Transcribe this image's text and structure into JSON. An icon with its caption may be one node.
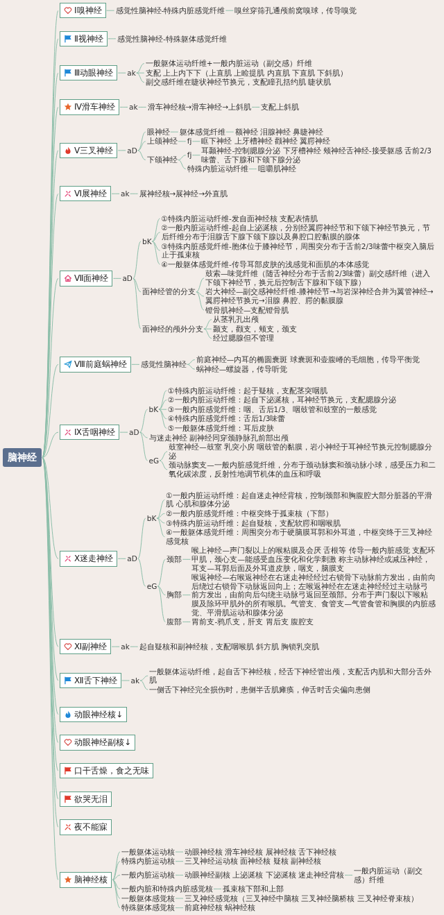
{
  "diagram": {
    "nodes": [
      {
        "text": [
          "脑神经"
        ]
      },
      {
        "text": [
          "Ⅰ嗅神经"
        ]
      },
      {
        "text": [
          "感觉性脑神经-特殊内脏感觉纤维"
        ]
      },
      {
        "text": [
          "嗅丝穿筛孔通颅前窝嗅球，传导嗅觉"
        ]
      },
      {
        "text": [
          "Ⅱ视神经"
        ]
      },
      {
        "text": [
          "感觉性脑神经-特殊躯体感觉纤维"
        ]
      },
      {
        "text": [
          "Ⅲ动眼神经"
        ]
      },
      {
        "text": [
          "ak"
        ]
      },
      {
        "text": [
          "一般躯体运动纤维+一般内脏运动（副交感）纤维"
        ]
      },
      {
        "text": [
          "支配 上上内下下（上直肌 上睑提肌 内直肌 下直肌 下斜肌）"
        ]
      },
      {
        "text": [
          "副交感纤维在睫状神经节换元，支配瞳孔括约肌 睫状肌"
        ]
      },
      {
        "text": [
          "Ⅳ滑车神经"
        ]
      },
      {
        "text": [
          "ak"
        ]
      },
      {
        "text": [
          "滑车神经核→滑车神经→上斜肌"
        ]
      },
      {
        "text": [
          "支配上斜肌"
        ]
      },
      {
        "text": [
          "Ⅴ三叉神经"
        ]
      },
      {
        "text": [
          "aD"
        ]
      },
      {
        "text": [
          "眼神经"
        ]
      },
      {
        "text": [
          "躯体感觉纤维"
        ]
      },
      {
        "text": [
          "额神经 泪腺神经 鼻睫神经"
        ]
      },
      {
        "text": [
          "上颌神经"
        ]
      },
      {
        "text": [
          "fj"
        ]
      },
      {
        "text": [
          "眶下神经 上牙槽神经 颧神经 翼腭神经"
        ]
      },
      {
        "text": [
          "下颌神经"
        ]
      },
      {
        "text": [
          "fj"
        ]
      },
      {
        "text": [
          "耳颞神经-控制腮腺分泌 下牙槽神经 颊神经舌神经-接受躯感 舌前2/3味蕾、舌下腺和下颌下腺分泌"
        ]
      },
      {
        "text": [
          "特殊内脏运动纤维"
        ]
      },
      {
        "text": [
          "咀嚼肌神经"
        ]
      },
      {
        "text": [
          "Ⅵ展神经"
        ]
      },
      {
        "text": [
          "ak"
        ]
      },
      {
        "text": [
          "展神经核→展神经→外直肌"
        ]
      },
      {
        "text": [
          "Ⅶ面神经"
        ]
      },
      {
        "text": [
          "aD"
        ]
      },
      {
        "text": [
          "bK"
        ]
      },
      {
        "text": [
          "①特殊内脏运动纤维-发自面神经核 支配表情肌"
        ]
      },
      {
        "text": [
          "②一般内脏运动纤维-起自上泌涎核，分别经翼腭神经节和下颌下神经节换元，节后纤维分布于泪腺舌下腺下颌下腺以及鼻腔口腔黏膜的腺体"
        ]
      },
      {
        "text": [
          "③特殊内脏感觉纤维-胞体位于膝神经节，周围突分布于舌前2/3味蕾中枢突入脑后止于孤束核"
        ]
      },
      {
        "text": [
          "④一般躯体感觉纤维-传导耳部皮肤的浅感觉和面肌的本体感觉"
        ]
      },
      {
        "text": [
          "面神经管的分支"
        ]
      },
      {
        "text": [
          "鼓索—味觉纤维（随舌神经分布于舌前2/3味蕾）副交感纤维（进入下颌下神经节，换元后控制舌下腺和下颌下腺）"
        ]
      },
      {
        "text": [
          "岩大神经—副交感神经纤维-膝神经节→与岩深神经合并为翼管神经→翼腭神经节换元→泪腺 鼻腔、腭的黏膜腺"
        ]
      },
      {
        "text": [
          "镫骨肌神经—支配镫骨肌"
        ]
      },
      {
        "text": [
          "面神经的颅外分支"
        ]
      },
      {
        "text": [
          "从茎乳孔出颅"
        ]
      },
      {
        "text": [
          "颞支，颧支，颊支，颈支"
        ]
      },
      {
        "text": [
          "经过腮腺但不管理"
        ]
      },
      {
        "text": [
          "Ⅷ前庭蜗神经"
        ]
      },
      {
        "text": [
          "感觉性脑神经"
        ]
      },
      {
        "text": [
          "前庭神经—内耳的椭圆囊斑 球囊斑和壶腹嵴的毛细胞，传导平衡觉"
        ]
      },
      {
        "text": [
          "蜗神经—螺旋器，传导听觉"
        ]
      },
      {
        "text": [
          "Ⅸ舌咽神经"
        ]
      },
      {
        "text": [
          "aD"
        ]
      },
      {
        "text": [
          "bK"
        ]
      },
      {
        "text": [
          "①特殊内脏运动纤维：起于疑核，支配茎突咽肌"
        ]
      },
      {
        "text": [
          "②一般内脏运动纤维：起自下泌涎核，耳神经节换元，支配腮腺分泌"
        ]
      },
      {
        "text": [
          "③一般内脏感觉纤维：咽、舌后1/3、咽鼓管和鼓室的一般感觉"
        ]
      },
      {
        "text": [
          "④特殊内脏感觉纤维：舌后1/3味蕾"
        ]
      },
      {
        "text": [
          "⑤一般躯体感觉纤维：耳后皮肤"
        ]
      },
      {
        "text": [
          "与迷走神经 副神经同穿颈静脉孔前部出颅"
        ]
      },
      {
        "text": [
          "eG"
        ]
      },
      {
        "text": [
          "鼓室神经—鼓室 乳突小房 咽鼓管的黏膜，岩小神经于耳神经节换元控制腮腺分泌"
        ]
      },
      {
        "text": [
          "颈动脉窦支—一般内脏感觉纤维，分布于颈动脉窦和颈动脉小球，感受压力和二氧化碳浓度，反射性地调节机体的血压和呼吸"
        ]
      },
      {
        "text": [
          "Ⅹ迷走神经"
        ]
      },
      {
        "text": [
          "aD"
        ]
      },
      {
        "text": [
          "bK"
        ]
      },
      {
        "text": [
          "①一般内脏运动纤维：起自迷走神经背核，控制颈部和胸腹腔大部分脏器的平滑肌 心肌和腺体分泌"
        ]
      },
      {
        "text": [
          "②一般内脏感觉纤维：中枢突终于孤束核（下部）"
        ]
      },
      {
        "text": [
          "③特殊内脏运动纤维：起自疑核，支配软腭和咽喉肌"
        ]
      },
      {
        "text": [
          "④一般躯体感觉纤维：周围突分布于硬脑膜耳郭和外耳道，中枢突终于三叉神经感觉核"
        ]
      },
      {
        "text": [
          "eG"
        ]
      },
      {
        "text": [
          "颈部"
        ]
      },
      {
        "text": [
          "喉上神经—声门裂以上的喉粘膜及会厌 舌根等 传导一般内脏感觉 支配环甲肌，颈心支—能感受血压变化和化学刺激 称主动脉神经或减压神经，耳支—耳郭后面及外耳道皮肤，咽支，脑膜支"
        ]
      },
      {
        "text": [
          "胸部"
        ]
      },
      {
        "text": [
          "喉返神经—右喉返神经在右迷走神经经过右锁骨下动脉前方发出，由前向后绕过右锁骨下动脉返回向上；左喉返神经在左迷走神经经过主动脉弓前方发出，由前向后勾绕主动脉弓返回至颈部。分布于声门裂以下喉粘膜及除环甲肌外的所有喉肌。气管支、食管支—气管食管和胸膜的内脏感觉、平滑肌运动和腺体分泌"
        ]
      },
      {
        "text": [
          "腹部"
        ]
      },
      {
        "text": [
          "胃前支-鸦爪支，肝支 胃后支 腹腔支"
        ]
      },
      {
        "text": [
          "Ⅺ副神经"
        ]
      },
      {
        "text": [
          "ak"
        ]
      },
      {
        "text": [
          "起自疑核和副神经核，支配咽喉肌 斜方肌 胸锁乳突肌"
        ]
      },
      {
        "text": [
          "Ⅻ舌下神经"
        ]
      },
      {
        "text": [
          "ak"
        ]
      },
      {
        "text": [
          "一般躯体运动纤维，起自舌下神经核，经舌下神经管出颅，支配舌内肌和大部分舌外肌"
        ]
      },
      {
        "text": [
          "一侧舌下神经完全损伤时，患侧半舌肌瘫痪，伸舌时舌尖偏向患侧"
        ]
      },
      {
        "text": [
          "动眼神经核↓"
        ]
      },
      {
        "text": [
          "动眼神经副核↓"
        ]
      },
      {
        "text": [
          "口干舌燥，食之无味"
        ]
      },
      {
        "text": [
          "欲哭无泪"
        ]
      },
      {
        "text": [
          "夜不能寐"
        ]
      },
      {
        "text": [
          "脑神经核"
        ]
      },
      {
        "text": [
          "一般躯体运动核"
        ]
      },
      {
        "text": [
          "动眼神经核 滑车神经核 展神经核 舌下神经核"
        ]
      },
      {
        "text": [
          "特殊内脏运动核"
        ]
      },
      {
        "text": [
          "三叉神经运动核 面神经核 疑核 副神经核"
        ]
      },
      {
        "text": [
          "一般内脏运动核"
        ]
      },
      {
        "text": [
          "动眼神经副核 上泌涎核 下泌涎核 迷走神经背核"
        ]
      },
      {
        "text": [
          "一般内脏运动（副交感）纤维"
        ]
      },
      {
        "text": [
          "一般内脏和特殊内脏感觉核"
        ]
      },
      {
        "text": [
          "孤束核下部和上部"
        ]
      },
      {
        "text": [
          "一般躯体感觉核"
        ]
      },
      {
        "text": [
          "三叉神经感觉核（三叉神经中脑核 三叉神经脑桥核 三叉神经脊束核）"
        ]
      },
      {
        "text": [
          "特殊躯体感觉核"
        ]
      },
      {
        "text": [
          "前庭神经核 蜗神经核"
        ]
      }
    ],
    "edges": [
      {
        "from": 0,
        "to": 1,
        "arrow": "none"
      },
      {
        "from": 1,
        "to": 2,
        "arrow": "none"
      },
      {
        "from": 2,
        "to": 3,
        "arrow": "none"
      },
      {
        "from": 0,
        "to": 4,
        "arrow": "none"
      },
      {
        "from": 4,
        "to": 5,
        "arrow": "none"
      },
      {
        "from": 0,
        "to": 6,
        "arrow": "none"
      },
      {
        "from": 6,
        "to": 7,
        "arrow": "none"
      },
      {
        "from": 7,
        "to": 8,
        "arrow": "none"
      },
      {
        "from": 7,
        "to": 9,
        "arrow": "none"
      },
      {
        "from": 7,
        "to": 10,
        "arrow": "none"
      },
      {
        "from": 0,
        "to": 11,
        "arrow": "none"
      },
      {
        "from": 11,
        "to": 12,
        "arrow": "none"
      },
      {
        "from": 12,
        "to": 13,
        "arrow": "none"
      },
      {
        "from": 13,
        "to": 14,
        "arrow": "none"
      },
      {
        "from": 0,
        "to": 15,
        "arrow": "none"
      },
      {
        "from": 15,
        "to": 16,
        "arrow": "none"
      },
      {
        "from": 16,
        "to": 17,
        "arrow": "none"
      },
      {
        "from": 17,
        "to": 18,
        "arrow": "none"
      },
      {
        "from": 18,
        "to": 19,
        "arrow": "none"
      },
      {
        "from": 16,
        "to": 20,
        "arrow": "none"
      },
      {
        "from": 20,
        "to": 21,
        "arrow": "none"
      },
      {
        "from": 21,
        "to": 22,
        "arrow": "none"
      },
      {
        "from": 16,
        "to": 23,
        "arrow": "none"
      },
      {
        "from": 23,
        "to": 24,
        "arrow": "none"
      },
      {
        "from": 24,
        "to": 25,
        "arrow": "none"
      },
      {
        "from": 23,
        "to": 26,
        "arrow": "none"
      },
      {
        "from": 26,
        "to": 27,
        "arrow": "none"
      },
      {
        "from": 0,
        "to": 28,
        "arrow": "none"
      },
      {
        "from": 28,
        "to": 29,
        "arrow": "none"
      },
      {
        "from": 29,
        "to": 30,
        "arrow": "none"
      },
      {
        "from": 0,
        "to": 31,
        "arrow": "none"
      },
      {
        "from": 31,
        "to": 32,
        "arrow": "none"
      },
      {
        "from": 32,
        "to": 33,
        "arrow": "none"
      },
      {
        "from": 33,
        "to": 34,
        "arrow": "none"
      },
      {
        "from": 33,
        "to": 35,
        "arrow": "none"
      },
      {
        "from": 33,
        "to": 36,
        "arrow": "none"
      },
      {
        "from": 33,
        "to": 37,
        "arrow": "none"
      },
      {
        "from": 32,
        "to": 38,
        "arrow": "none"
      },
      {
        "from": 38,
        "to": 39,
        "arrow": "none"
      },
      {
        "from": 38,
        "to": 40,
        "arrow": "none"
      },
      {
        "from": 38,
        "to": 41,
        "arrow": "none"
      },
      {
        "from": 32,
        "to": 42,
        "arrow": "none"
      },
      {
        "from": 42,
        "to": 43,
        "arrow": "none"
      },
      {
        "from": 42,
        "to": 44,
        "arrow": "none"
      },
      {
        "from": 42,
        "to": 45,
        "arrow": "none"
      },
      {
        "from": 0,
        "to": 46,
        "arrow": "none"
      },
      {
        "from": 46,
        "to": 47,
        "arrow": "none"
      },
      {
        "from": 47,
        "to": 48,
        "arrow": "none"
      },
      {
        "from": 47,
        "to": 49,
        "arrow": "none"
      },
      {
        "from": 0,
        "to": 50,
        "arrow": "none"
      },
      {
        "from": 50,
        "to": 51,
        "arrow": "none"
      },
      {
        "from": 51,
        "to": 52,
        "arrow": "none"
      },
      {
        "from": 52,
        "to": 53,
        "arrow": "none"
      },
      {
        "from": 52,
        "to": 54,
        "arrow": "none"
      },
      {
        "from": 52,
        "to": 55,
        "arrow": "none"
      },
      {
        "from": 52,
        "to": 56,
        "arrow": "none"
      },
      {
        "from": 52,
        "to": 57,
        "arrow": "none"
      },
      {
        "from": 51,
        "to": 58,
        "arrow": "none"
      },
      {
        "from": 51,
        "to": 59,
        "arrow": "none"
      },
      {
        "from": 59,
        "to": 60,
        "arrow": "none"
      },
      {
        "from": 59,
        "to": 61,
        "arrow": "none"
      },
      {
        "from": 0,
        "to": 62,
        "arrow": "none"
      },
      {
        "from": 62,
        "to": 63,
        "arrow": "none"
      },
      {
        "from": 63,
        "to": 64,
        "arrow": "none"
      },
      {
        "from": 64,
        "to": 65,
        "arrow": "none"
      },
      {
        "from": 64,
        "to": 66,
        "arrow": "none"
      },
      {
        "from": 64,
        "to": 67,
        "arrow": "none"
      },
      {
        "from": 64,
        "to": 68,
        "arrow": "none"
      },
      {
        "from": 63,
        "to": 69,
        "arrow": "none"
      },
      {
        "from": 69,
        "to": 70,
        "arrow": "none"
      },
      {
        "from": 70,
        "to": 71,
        "arrow": "none"
      },
      {
        "from": 69,
        "to": 72,
        "arrow": "none"
      },
      {
        "from": 72,
        "to": 73,
        "arrow": "none"
      },
      {
        "from": 69,
        "to": 74,
        "arrow": "none"
      },
      {
        "from": 74,
        "to": 75,
        "arrow": "none"
      },
      {
        "from": 0,
        "to": 76,
        "arrow": "none"
      },
      {
        "from": 76,
        "to": 77,
        "arrow": "none"
      },
      {
        "from": 77,
        "to": 78,
        "arrow": "none"
      },
      {
        "from": 0,
        "to": 79,
        "arrow": "none"
      },
      {
        "from": 79,
        "to": 80,
        "arrow": "none"
      },
      {
        "from": 80,
        "to": 81,
        "arrow": "none"
      },
      {
        "from": 80,
        "to": 82,
        "arrow": "none"
      },
      {
        "from": 0,
        "to": 83,
        "arrow": "none"
      },
      {
        "from": 0,
        "to": 84,
        "arrow": "none"
      },
      {
        "from": 0,
        "to": 85,
        "arrow": "none"
      },
      {
        "from": 0,
        "to": 86,
        "arrow": "none"
      },
      {
        "from": 0,
        "to": 87,
        "arrow": "none"
      },
      {
        "from": 0,
        "to": 88,
        "arrow": "none"
      },
      {
        "from": 88,
        "to": 89,
        "arrow": "none"
      },
      {
        "from": 89,
        "to": 90,
        "arrow": "none"
      },
      {
        "from": 88,
        "to": 91,
        "arrow": "none"
      },
      {
        "from": 91,
        "to": 92,
        "arrow": "none"
      },
      {
        "from": 88,
        "to": 93,
        "arrow": "none"
      },
      {
        "from": 93,
        "to": 94,
        "arrow": "none"
      },
      {
        "from": 94,
        "to": 95,
        "arrow": "none"
      },
      {
        "from": 88,
        "to": 96,
        "arrow": "none"
      },
      {
        "from": 96,
        "to": 97,
        "arrow": "none"
      },
      {
        "from": 88,
        "to": 98,
        "arrow": "none"
      },
      {
        "from": 98,
        "to": 99,
        "arrow": "none"
      },
      {
        "from": 88,
        "to": 100,
        "arrow": "none"
      },
      {
        "from": 100,
        "to": 101,
        "arrow": "none"
      }
    ]
  }
}
